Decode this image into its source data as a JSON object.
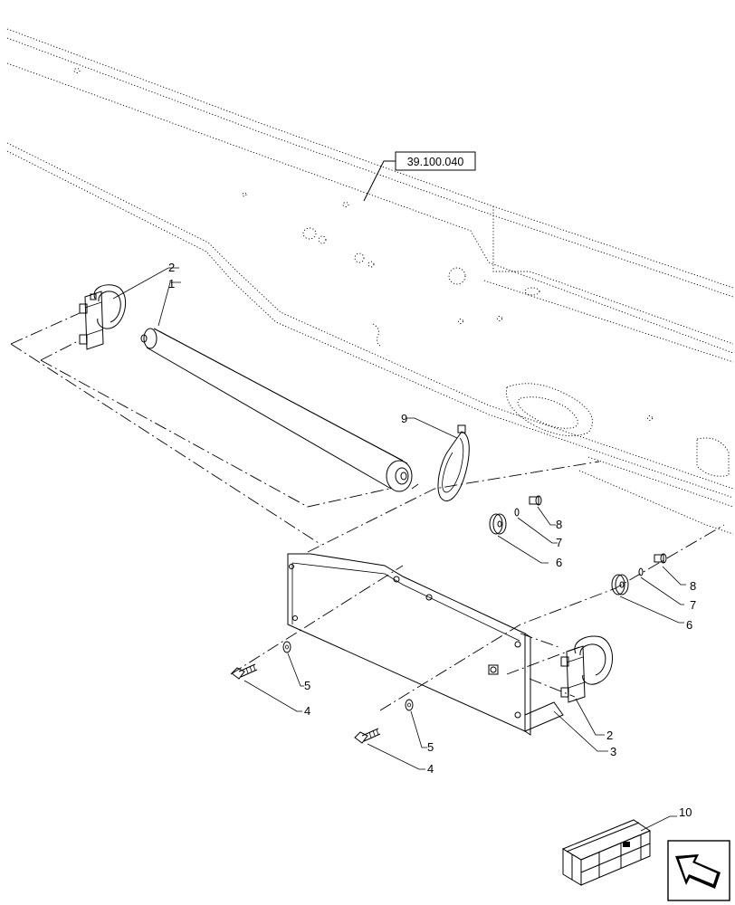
{
  "reference": "39.100.040",
  "callouts": [
    "1",
    "2",
    "3",
    "4",
    "5",
    "6",
    "7",
    "8",
    "9",
    "10"
  ],
  "icons": {
    "corner": "nav-arrow-icon",
    "kit": "crate-icon"
  }
}
